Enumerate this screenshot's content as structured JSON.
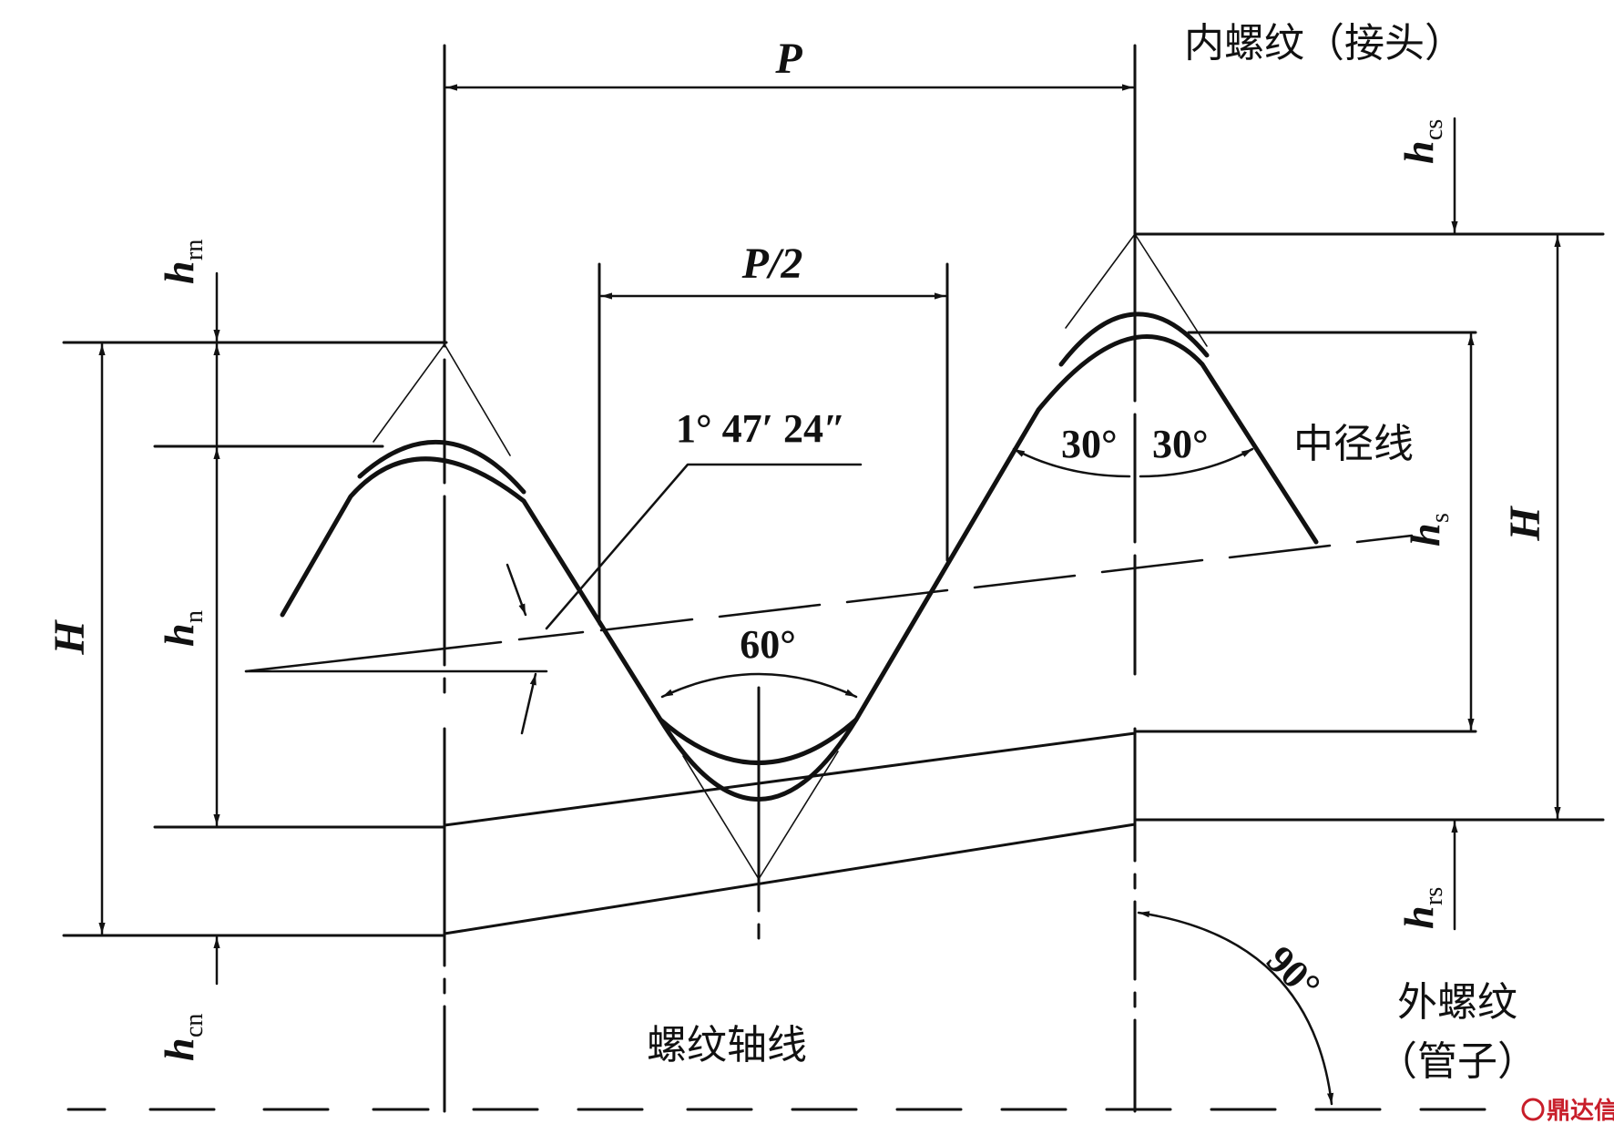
{
  "labels": {
    "pitch": "P",
    "half_pitch": "P/2",
    "height_left": "H",
    "height_right": "H",
    "h_rn": "h",
    "h_rn_sub": "rn",
    "h_n": "h",
    "h_n_sub": "n",
    "h_cn": "h",
    "h_cn_sub": "cn",
    "h_cs": "h",
    "h_cs_sub": "cs",
    "h_s": "h",
    "h_s_sub": "s",
    "h_rs": "h",
    "h_rs_sub": "rs",
    "taper_angle": "1° 47′ 24″",
    "thread_angle": "60°",
    "half_angle_left": "30°",
    "half_angle_right": "30°",
    "right_angle": "90°",
    "internal_thread": "内螺纹（接头）",
    "pitch_line": "中径线",
    "external_thread_line1": "外螺纹",
    "external_thread_line2": "（管子）",
    "thread_axis": "螺纹轴线",
    "watermark": "鼎达信"
  },
  "colors": {
    "ink": "#111111",
    "watermark": "#c81e2a"
  }
}
